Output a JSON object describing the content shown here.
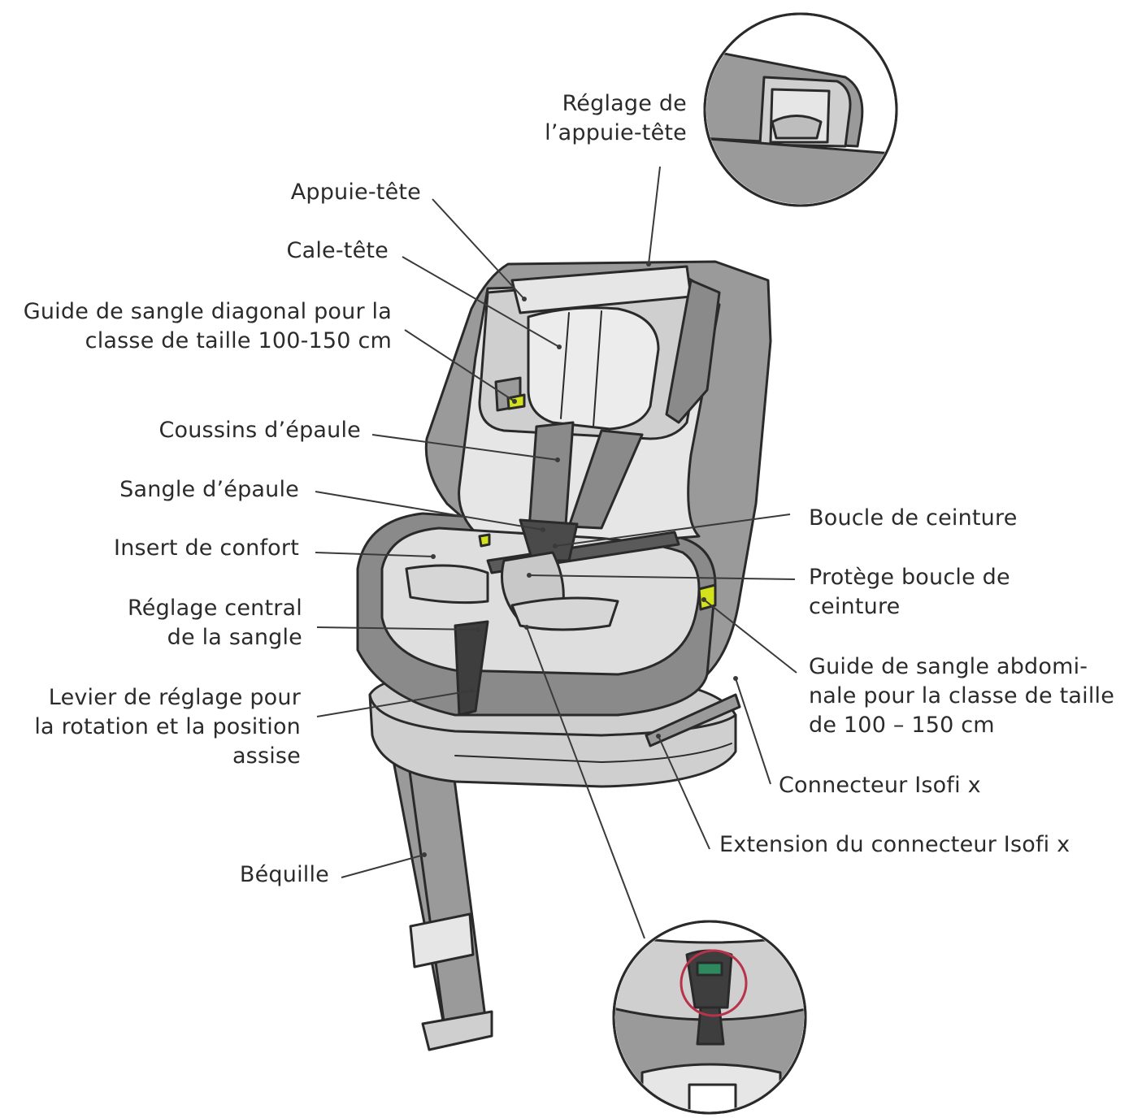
{
  "labels": {
    "headrest_adjust": "Réglage de\nl’appuie-tête",
    "headrest": "Appuie-tête",
    "head_wedge": "Cale-tête",
    "diagonal_guide": "Guide de sangle diagonal pour la\nclasse de taille 100-150 cm",
    "shoulder_pads": "Coussins d’épaule",
    "shoulder_strap": "Sangle d’épaule",
    "comfort_insert": "Insert de confort",
    "central_adjust": "Réglage central\nde la sangle",
    "lever": "Levier de réglage pour\nla rotation et la position\nassise",
    "support_leg": "Béquille",
    "buckle": "Boucle de ceinture",
    "buckle_pad": "Protège boucle de\nceinture",
    "lap_guide": "Guide de sangle abdomi-\nnale pour la classe de taille\nde 100 – 150 cm",
    "isofix": "Connecteur Isofi x",
    "isofix_ext": "Extension du connecteur Isofi x"
  },
  "colors": {
    "dark_grey": "#6e6e6e",
    "mid_grey": "#9a9a9a",
    "light_grey": "#cfcfcf",
    "lighter_grey": "#e6e6e6",
    "outline": "#2a2a2a",
    "accent_green": "#d4e21b",
    "highlight_red": "#b8324a"
  }
}
